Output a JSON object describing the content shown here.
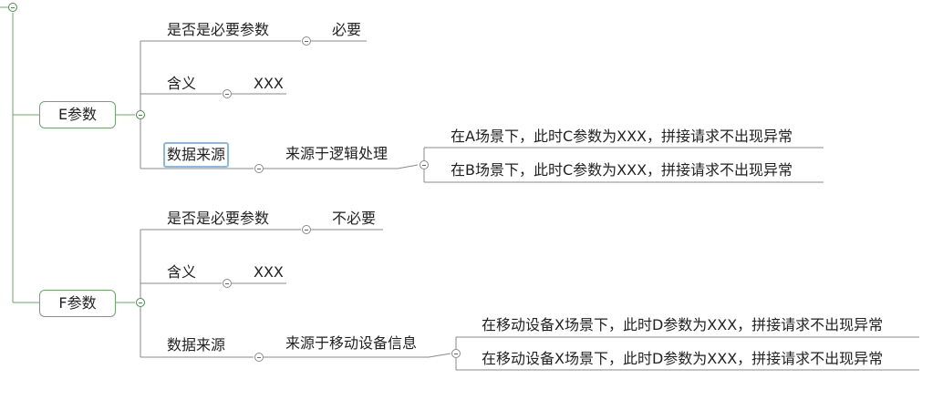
{
  "root": {
    "collapse_icon": "minus-circle-icon"
  },
  "branches": [
    {
      "title": "E参数",
      "children": [
        {
          "label": "是否是必要参数",
          "value": "必要"
        },
        {
          "label": "含义",
          "value": "XXX"
        },
        {
          "label": "数据来源",
          "selected": true,
          "value": "来源于逻辑处理",
          "details": [
            "在A场景下，此时C参数为XXX，拼接请求不出现异常",
            "在B场景下，此时C参数为XXX，拼接请求不出现异常"
          ]
        }
      ]
    },
    {
      "title": "F参数",
      "children": [
        {
          "label": "是否是必要参数",
          "value": "不必要"
        },
        {
          "label": "含义",
          "value": "XXX"
        },
        {
          "label": "数据来源",
          "value": "来源于移动设备信息",
          "details": [
            "在移动设备X场景下，此时D参数为XXX，拼接请求不出现异常",
            "在移动设备X场景下，此时D参数为XXX，拼接请求不出现异常"
          ]
        }
      ]
    }
  ],
  "colors": {
    "green_line": "#6aa86a",
    "gray_line": "#8a8a8a",
    "selection": "#8ab8e6"
  }
}
